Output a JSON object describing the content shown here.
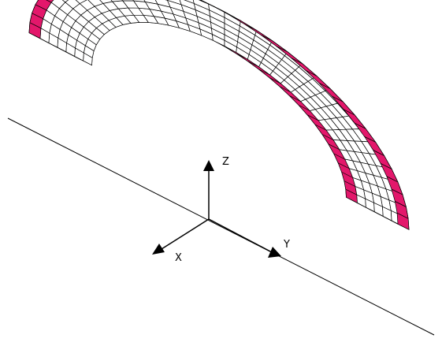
{
  "axes": {
    "z_label": "Z",
    "y_label": "Y",
    "x_label": "X"
  },
  "mesh": {
    "face_color": "#ffffff",
    "edge_color": "#e3176b",
    "line_color": "#000000",
    "angular_divisions": 36,
    "radial_divisions": 6
  }
}
